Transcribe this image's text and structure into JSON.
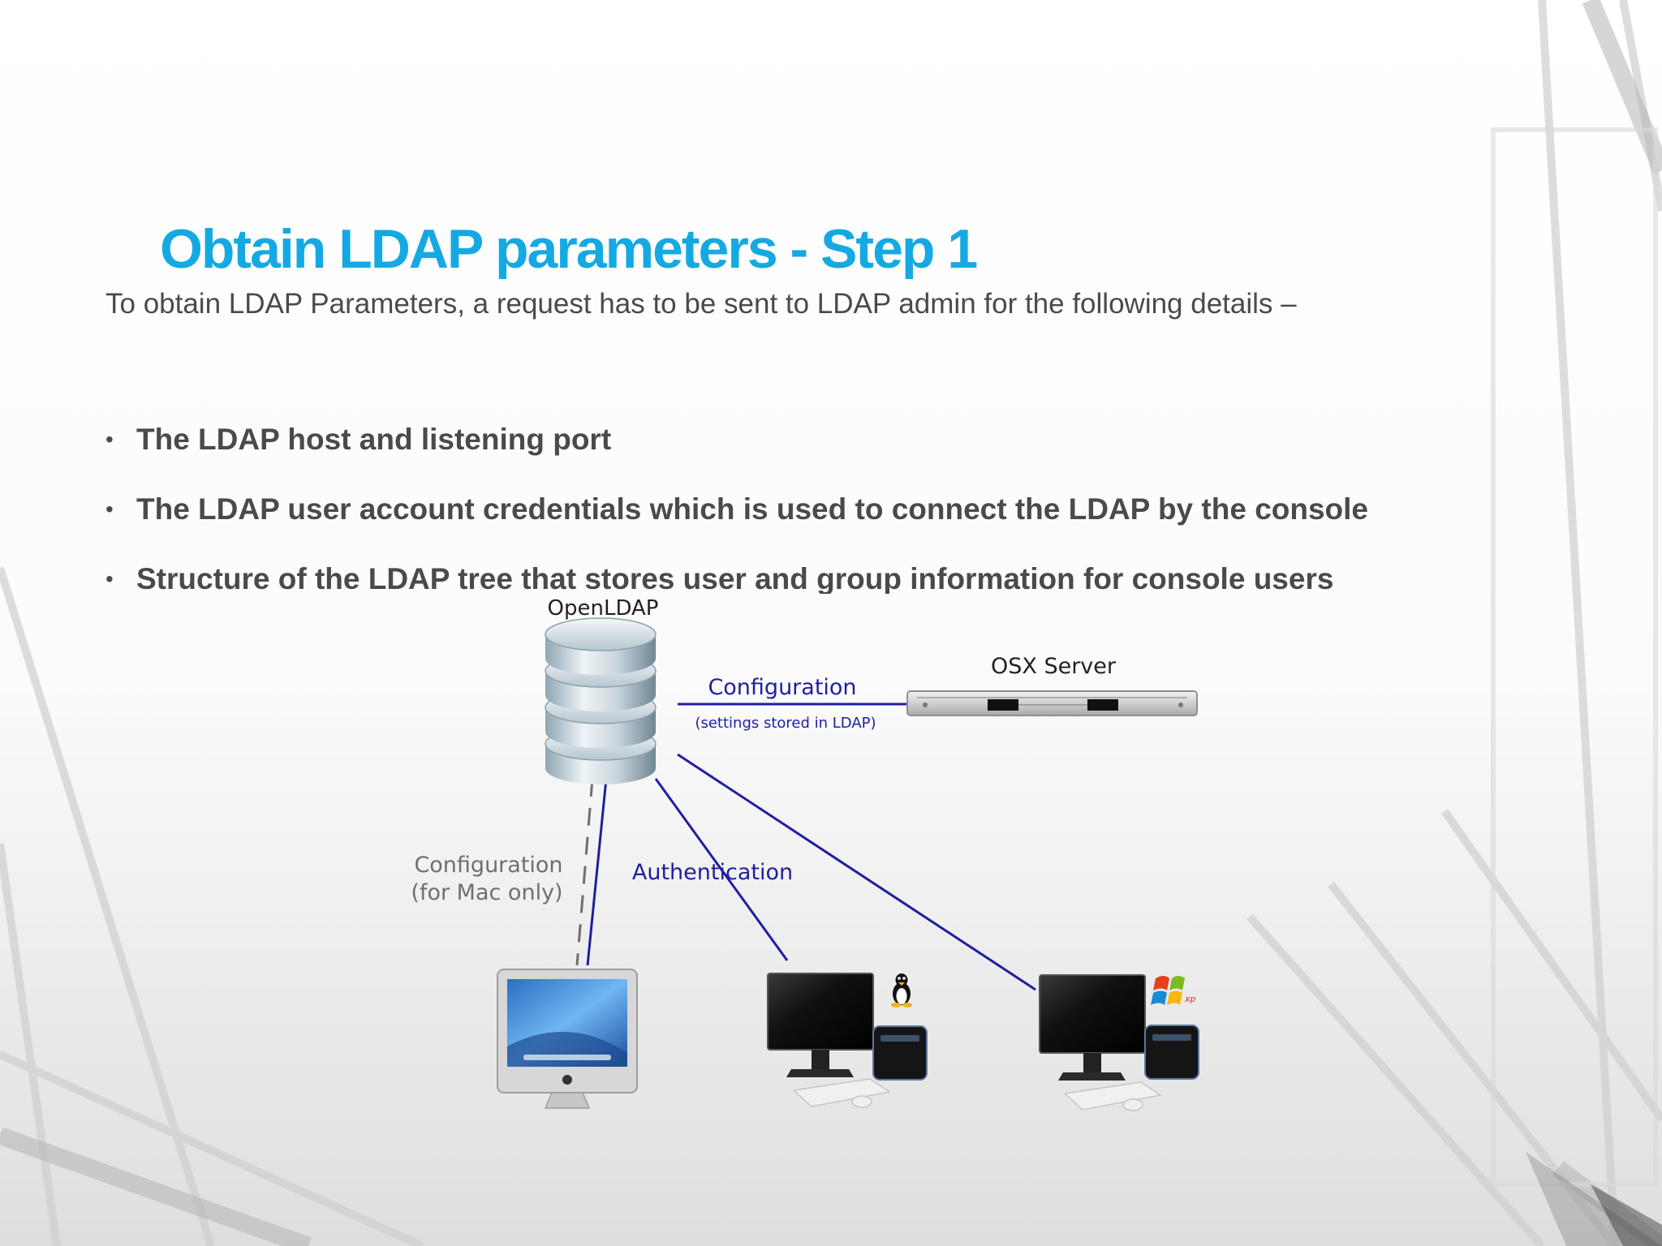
{
  "slide": {
    "title": "Obtain LDAP parameters - Step 1",
    "intro": "To obtain LDAP Parameters,  a request has to be sent to LDAP admin for the following details –",
    "bullets": [
      "The LDAP host and listening port",
      "The LDAP user account credentials which is used to connect the LDAP by the console",
      "Structure of the LDAP tree that stores user and group information for console users"
    ]
  },
  "diagram": {
    "server_label": "OpenLDAP",
    "osx_label": "OSX Server",
    "config_link_label": "Configuration",
    "config_link_sublabel": "(settings stored in LDAP)",
    "mac_config_label_line1": "Configuration",
    "mac_config_label_line2": "(for Mac only)",
    "auth_label": "Authentication",
    "xp_badge": "xp"
  },
  "colors": {
    "title": "#15a9e3",
    "body_text": "#4a4a4a",
    "diagram_link": "#1f1f9f",
    "diagram_muted": "#6f6f6f"
  }
}
